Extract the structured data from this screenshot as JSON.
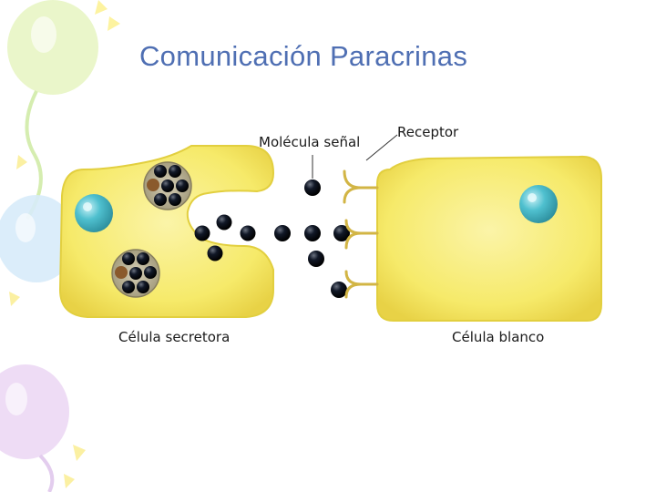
{
  "title": "Comunicación Paracrinas",
  "labels": {
    "signal_molecule": "Molécula señal",
    "receptor": "Receptor",
    "secretory_cell": "Célula secretora",
    "target_cell": "Célula blanco"
  },
  "colors": {
    "title": "#4f6fb3",
    "cell_fill": "#f6ea6a",
    "cell_edge": "#e2cf3f",
    "nucleus": "#45b6c6",
    "molecule": "#111827",
    "receptor": "#d2b545"
  }
}
